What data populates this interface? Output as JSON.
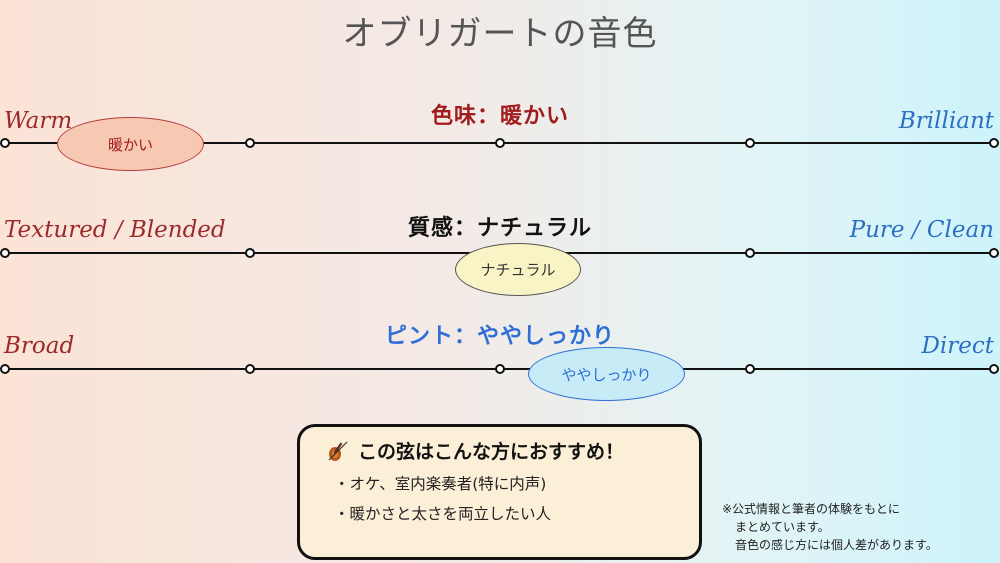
{
  "title": "オブリガートの音色",
  "scales": [
    {
      "heading": "色味：暖かい",
      "heading_color": "#a11d1d",
      "left_label": "Warm",
      "right_label": "Brilliant",
      "marker_text": "暖かい",
      "marker_color": "#a11d1d",
      "marker_fill": "#f7c9b2",
      "marker_border": "#b54040"
    },
    {
      "heading": "質感：ナチュラル",
      "heading_color": "#111111",
      "left_label": "Textured / Blended",
      "right_label": "Pure / Clean",
      "marker_text": "ナチュラル",
      "marker_color": "#333333",
      "marker_fill": "#f9f4c6",
      "marker_border": "#555555"
    },
    {
      "heading": "ピント：ややしっかり",
      "heading_color": "#2f6ed6",
      "left_label": "Broad",
      "right_label": "Direct",
      "marker_text": "ややしっかり",
      "marker_color": "#2f6ed6",
      "marker_fill": "#c7ecf7",
      "marker_border": "#2f6ed6"
    }
  ],
  "recommend": {
    "icon": "violin-icon",
    "title": "この弦はこんな方におすすめ！",
    "items": [
      "・オケ、室内楽奏者(特に内声)",
      "・暖かさと太さを両立したい人"
    ]
  },
  "note": {
    "lines": [
      "※公式情報と筆者の体験をもとに",
      "まとめています。",
      "音色の感じ方には個人差があります。"
    ]
  },
  "colors": {
    "warm_label": "#9b2a2a",
    "cool_label": "#2d6fc0"
  }
}
